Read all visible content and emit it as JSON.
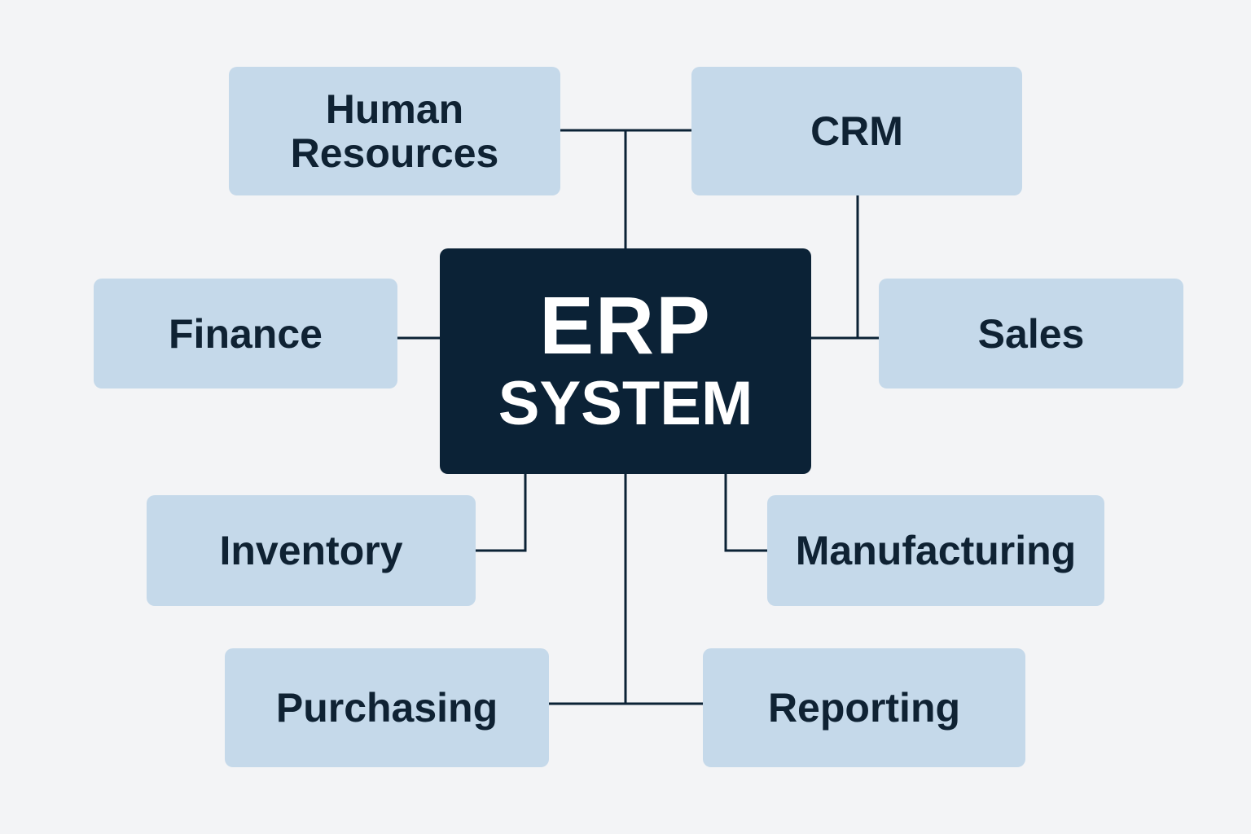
{
  "center": {
    "line1": "ERP",
    "line2": "SYSTEM"
  },
  "modules": {
    "human_resources": "Human Resources",
    "crm": "CRM",
    "finance": "Finance",
    "sales": "Sales",
    "inventory": "Inventory",
    "manufacturing": "Manufacturing",
    "purchasing": "Purchasing",
    "reporting": "Reporting"
  },
  "colors": {
    "background": "#f3f4f6",
    "module_fill": "#c5d9ea",
    "center_fill": "#0b2236",
    "connector": "#0b2235",
    "text_dark": "#0f2233",
    "text_light": "#ffffff"
  }
}
